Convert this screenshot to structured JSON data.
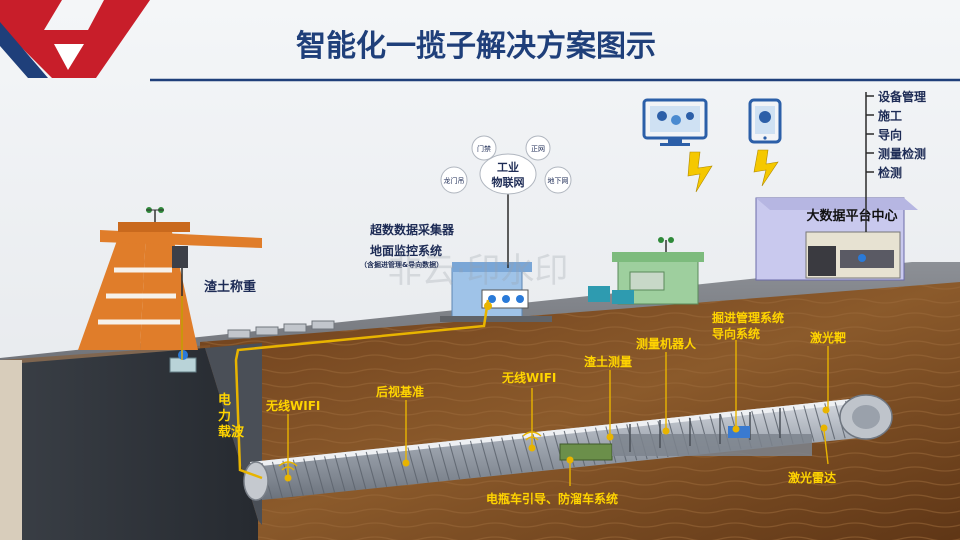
{
  "title": "智能化一揽子解决方案图示",
  "colors": {
    "title": "#1f3f7a",
    "title_rule": "#1f3f7a",
    "label_yellow": "#ffd400",
    "label_dark": "#1d2b55",
    "soil": "#7a4a22",
    "tunnel_ring": "#b8bcc4",
    "cable": "#e8b400",
    "gantry": "#e07d2a"
  },
  "labels": {
    "muck_weighing": "渣土称重",
    "power_carrier": "电力载波",
    "wifi_left": "无线WIFI",
    "rear_benchmark": "后视基准",
    "wifi_mid": "无线WIFI",
    "muck_measure": "渣土测量",
    "survey_robot": "测量机器人",
    "tunneling_mgmt": "掘进管理系统",
    "guidance_system": "导向系统",
    "laser_target": "激光靶",
    "laser_radar": "激光雷达",
    "battery_car": "电瓶车引导、防溜车系统",
    "data_collector": "超数数据采集器",
    "surface_monitor": "地面监控系统",
    "surface_monitor_sub": "（含掘进管理&导向数据）",
    "iot_center": "工业\n物联网",
    "iot_nodes": [
      "门禁",
      "正网",
      "龙门吊",
      "地下网"
    ],
    "bigdata_center": "大数据平台中心",
    "watermark": "非云·印水印"
  },
  "right_menu": [
    "设备管理",
    "施工",
    "导向",
    "测量检测",
    "检测"
  ],
  "icons": [
    "monitor-icon",
    "tablet-icon",
    "lightning-icon",
    "wifi-icon",
    "anemometer-icon"
  ]
}
